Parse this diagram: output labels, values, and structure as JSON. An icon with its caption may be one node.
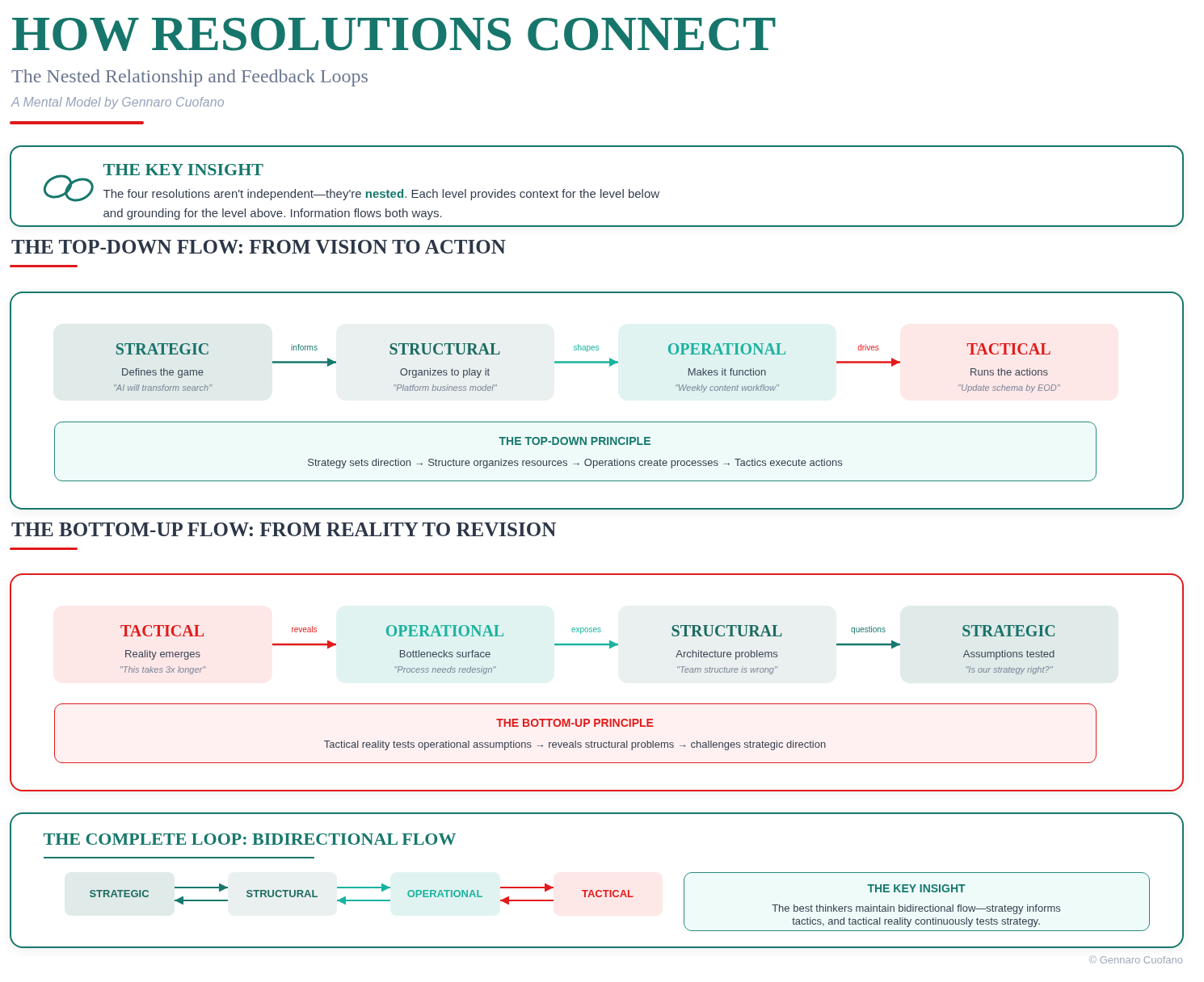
{
  "diagram": {
    "title": "HOW RESOLUTIONS CONNECT",
    "nodes": [
      {
        "text": [
          "THE KEY INSIGHT",
          "The four resolutions aren't independent—they're **nested**. Each level provides context for the level below and grounding for the level above. Information flows both ways."
        ]
      },
      {
        "text": [
          "THE TOP-DOWN FLOW: FROM VISION TO ACTION"
        ]
      },
      {
        "text": [
          "STRATEGIC",
          "Defines the game",
          "\"AI will transform search\""
        ],
        "in": 1
      },
      {
        "text": [
          "STRUCTURAL",
          "Organizes to play it",
          "\"Platform business model\""
        ],
        "in": 1
      },
      {
        "text": [
          "OPERATIONAL",
          "Makes it function",
          "\"Weekly content workflow\""
        ],
        "in": 1
      },
      {
        "text": [
          "TACTICAL",
          "Runs the actions",
          "\"Update schema by EOD\""
        ],
        "in": 1
      },
      {
        "text": [
          "THE TOP-DOWN PRINCIPLE",
          "Strategy sets direction → Structure organizes resources → Operations create processes → Tactics execute actions"
        ],
        "in": 1
      },
      {
        "text": [
          "THE BOTTOM-UP FLOW: FROM REALITY TO REVISION"
        ]
      },
      {
        "text": [
          "TACTICAL",
          "Reality emerges",
          "\"This takes 3x longer\""
        ],
        "in": 7
      },
      {
        "text": [
          "OPERATIONAL",
          "Bottlenecks surface",
          "\"Process needs redesign\""
        ],
        "in": 7
      },
      {
        "text": [
          "STRUCTURAL",
          "Architecture problems",
          "\"Team structure is wrong\""
        ],
        "in": 7
      },
      {
        "text": [
          "STRATEGIC",
          "Assumptions tested",
          "\"Is our strategy right?\""
        ],
        "in": 7
      },
      {
        "text": [
          "THE BOTTOM-UP PRINCIPLE",
          "Tactical reality tests operational assumptions → reveals structural problems → challenges strategic direction"
        ],
        "in": 7
      },
      {
        "text": [
          "THE COMPLETE LOOP: BIDIRECTIONAL FLOW"
        ]
      },
      {
        "text": [
          "STRATEGIC"
        ],
        "in": 13
      },
      {
        "text": [
          "STRUCTURAL"
        ],
        "in": 13
      },
      {
        "text": [
          "OPERATIONAL"
        ],
        "in": 13
      },
      {
        "text": [
          "TACTICAL"
        ],
        "in": 13
      },
      {
        "text": [
          "THE KEY INSIGHT",
          "The best thinkers maintain bidirectional flow—strategy informs tactics, and tactical reality continuously tests strategy."
        ],
        "in": 13
      }
    ],
    "edges": [
      {
        "from": 2,
        "to": 3,
        "arrow": "to",
        "label": "informs",
        "color": "#17786c"
      },
      {
        "from": 3,
        "to": 4,
        "arrow": "to",
        "label": "shapes",
        "color": "#1ab3a0"
      },
      {
        "from": 4,
        "to": 5,
        "arrow": "to",
        "label": "drives",
        "color": "#e31b1b"
      },
      {
        "from": 8,
        "to": 9,
        "arrow": "to",
        "label": "reveals",
        "color": "#e31b1b"
      },
      {
        "from": 9,
        "to": 10,
        "arrow": "to",
        "label": "exposes",
        "color": "#1ab3a0"
      },
      {
        "from": 10,
        "to": 11,
        "arrow": "to",
        "label": "questions",
        "color": "#17786c"
      },
      {
        "from": 14,
        "to": 15,
        "arrow": "to",
        "color": "#17786c"
      },
      {
        "from": 15,
        "to": 14,
        "arrow": "to",
        "color": "#17786c"
      },
      {
        "from": 15,
        "to": 16,
        "arrow": "to",
        "color": "#1ab3a0"
      },
      {
        "from": 16,
        "to": 15,
        "arrow": "to",
        "color": "#1ab3a0"
      },
      {
        "from": 16,
        "to": 17,
        "arrow": "to",
        "color": "#e31b1b"
      },
      {
        "from": 17,
        "to": 16,
        "arrow": "to",
        "color": "#e31b1b"
      }
    ],
    "labels": [
      "The Nested Relationship and Feedback Loops",
      "A Mental Model by Gennaro Cuofano",
      "© Gennaro Cuofano"
    ]
  }
}
